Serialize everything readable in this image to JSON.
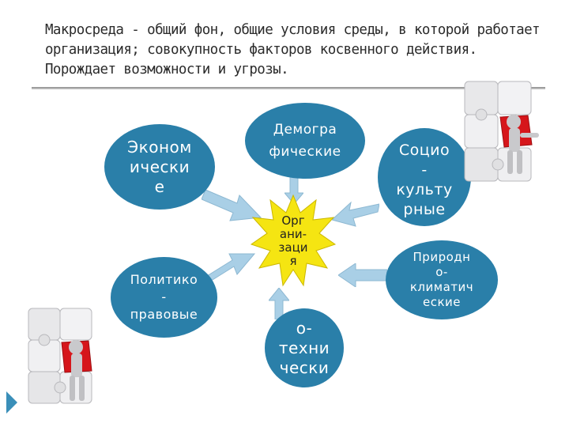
{
  "title": "Макросреда - общий фон, общие условия среды, в которой работает организация; совокупность факторов косвенного действия. Порождает возможности и угрозы.",
  "center": "Орг\nани-\nзаци\nя",
  "factors": {
    "economic": "Эконом\nически\nе",
    "demographic": "Демогра\nфические",
    "sociocultural": "Социо\n-\nкульту\nрные",
    "natural": "Природн\nо-\nклиматич\nеские",
    "technical": "о-\nтехни\nчески",
    "political": "Политико\n-\nправовые"
  },
  "colors": {
    "ellipse": "#2a7fa9",
    "arrow": "#a9cfe6",
    "star": "#f5e512",
    "puzzle_red": "#d6161b"
  }
}
